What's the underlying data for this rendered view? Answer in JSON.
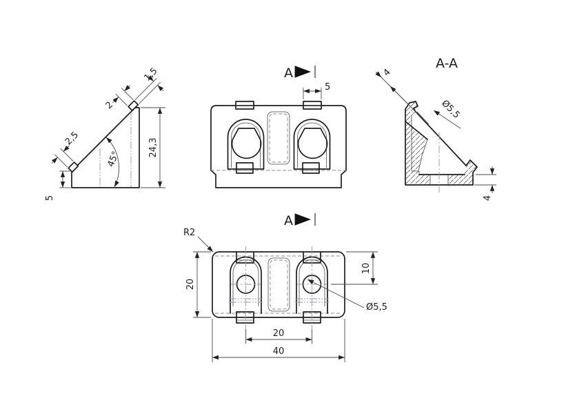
{
  "side": {
    "tab_top": "1,5",
    "tab_offset": "2",
    "tab_bottom": "2,5",
    "angle": "45°",
    "height": "24,3",
    "foot": "5"
  },
  "front": {
    "section_label": "A",
    "tab_width": "5"
  },
  "section": {
    "title": "A-A",
    "tab_thickness": "4",
    "hole_dia": "Ø5,5",
    "base_thickness": "4"
  },
  "top": {
    "section_label": "A",
    "corner_radius": "R2",
    "body_depth": "20",
    "hole_offset": "10",
    "hole_dia": "Ø5,5",
    "hole_spacing": "20",
    "body_width": "40"
  }
}
